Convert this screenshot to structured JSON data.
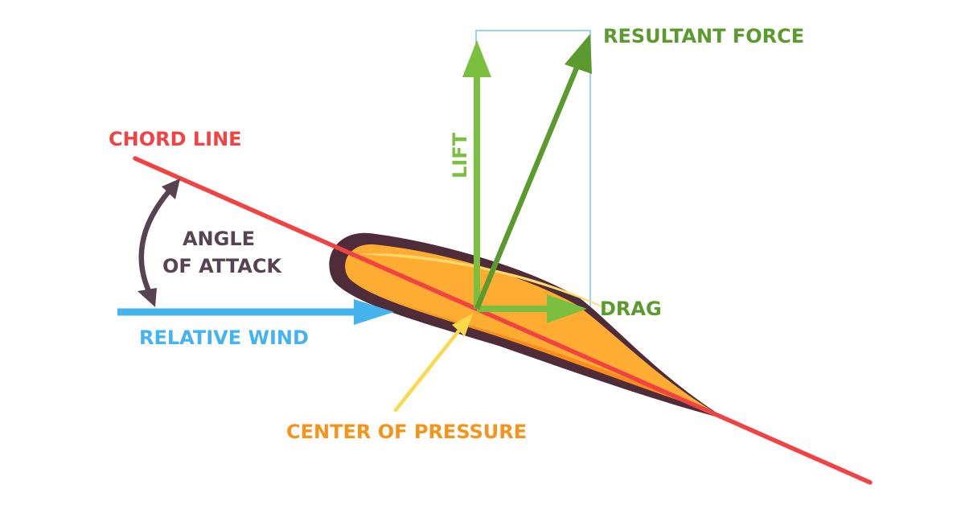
{
  "labels": {
    "resultant_force": "RESULTANT FORCE",
    "chord_line": "CHORD LINE",
    "lift": "LIFT",
    "angle_line1": "ANGLE",
    "angle_line2": "OF ATTACK",
    "drag": "DRAG",
    "relative_wind": "RELATIVE WIND",
    "center_of_pressure": "CENTER OF PRESSURE"
  },
  "colors": {
    "chord": "#f04343",
    "lift": "#7bbf3f",
    "resultant": "#5a9a2e",
    "force_box": "#7fcbe8",
    "wind": "#45b3ee",
    "angle": "#574352",
    "airfoil_outline": "#4f2c3a",
    "airfoil_fill": "#ffac33",
    "airfoil_lower": "#f98c1a",
    "airfoil_highlight": "#ffd96b",
    "pressure_pointer": "#fada4a",
    "pressure_label": "#f5941b"
  }
}
